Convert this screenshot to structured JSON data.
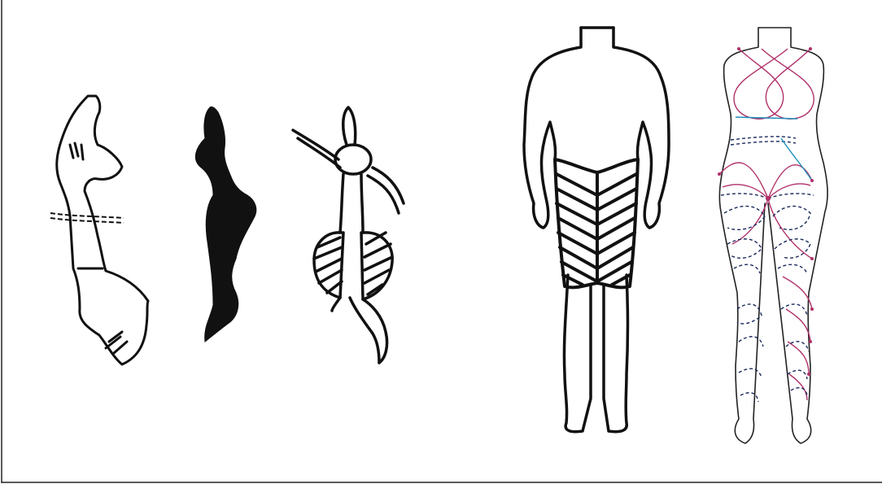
{
  "figure": {
    "panels": [
      {
        "id": "figure-1",
        "style": "line drawing, outline with hatch marks and dashed band"
      },
      {
        "id": "figure-2",
        "style": "solid black silhouette"
      },
      {
        "id": "figure-3",
        "style": "line drawing with striped ovals"
      },
      {
        "id": "figure-4",
        "style": "outline body with chevron-hatched skirt"
      },
      {
        "id": "figure-5",
        "style": "outline body with colored arcs and arrows"
      }
    ],
    "colors": {
      "ink": "#111111",
      "magenta": "#b0306a",
      "navy": "#1b2a5c",
      "cyan": "#1f8fb8",
      "background": "#ffffff",
      "border": "#222222"
    }
  }
}
